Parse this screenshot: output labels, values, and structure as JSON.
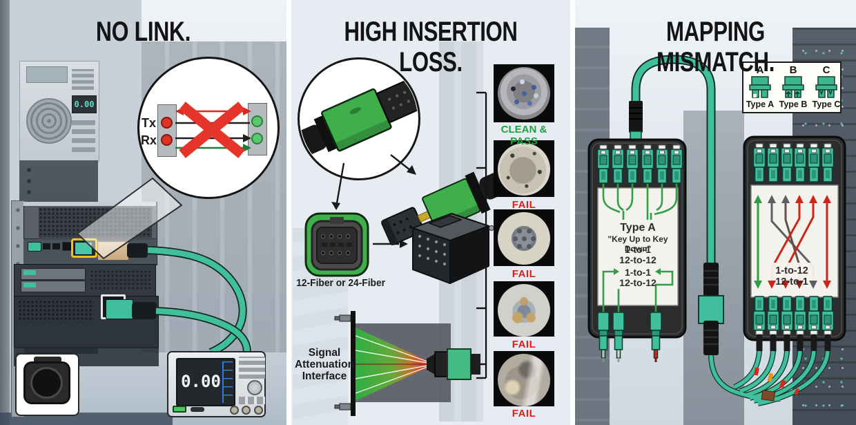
{
  "colors": {
    "teal_cable": "#3fbf9c",
    "mpo_green": "#3faf4b",
    "wire_green": "#2f9e44",
    "wire_red": "#cf2418",
    "wire_grey": "#5a5f63",
    "pass_green": "#1da23c",
    "fail_red": "#e01e14",
    "highlight_yellow": "#f2c21a",
    "title_black": "#141414"
  },
  "panel_no_link": {
    "title": "NO LINK.",
    "tx_label": "Tx",
    "rx_label": "Rx",
    "rack_display_value": "0.00",
    "meter_display_value": "0.00"
  },
  "panel_insertion_loss": {
    "title": "HIGH INSERTION LOSS.",
    "connector_label": "12-Fiber or 24-Fiber",
    "attenuation_label": [
      "Signal",
      "Attenuation",
      "Interface"
    ],
    "inspection_results": [
      {
        "label": "CLEAN & PASS",
        "status": "pass"
      },
      {
        "label": "FAIL",
        "status": "fail"
      },
      {
        "label": "FAIL",
        "status": "fail"
      },
      {
        "label": "FAIL",
        "status": "fail"
      },
      {
        "label": "FAIL",
        "status": "fail"
      }
    ]
  },
  "panel_mapping_mismatch": {
    "title": "MAPPING MISMATCH.",
    "legend_items": [
      {
        "letter": "A",
        "label": "Type A"
      },
      {
        "letter": "B",
        "label": "Type B"
      },
      {
        "letter": "C",
        "label": "Type C"
      }
    ],
    "left_cassette": {
      "type_label": "Type A",
      "subtitle": "\"Key Up to Key Down\"",
      "mapping_top_1": "1-to-1",
      "mapping_top_2": "12-to-12",
      "mapping_bottom_1": "1-to-1",
      "mapping_bottom_2": "12-to-12"
    },
    "right_cassette": {
      "mapping_1": "1-to-12",
      "mapping_2": "12-to-1"
    }
  }
}
